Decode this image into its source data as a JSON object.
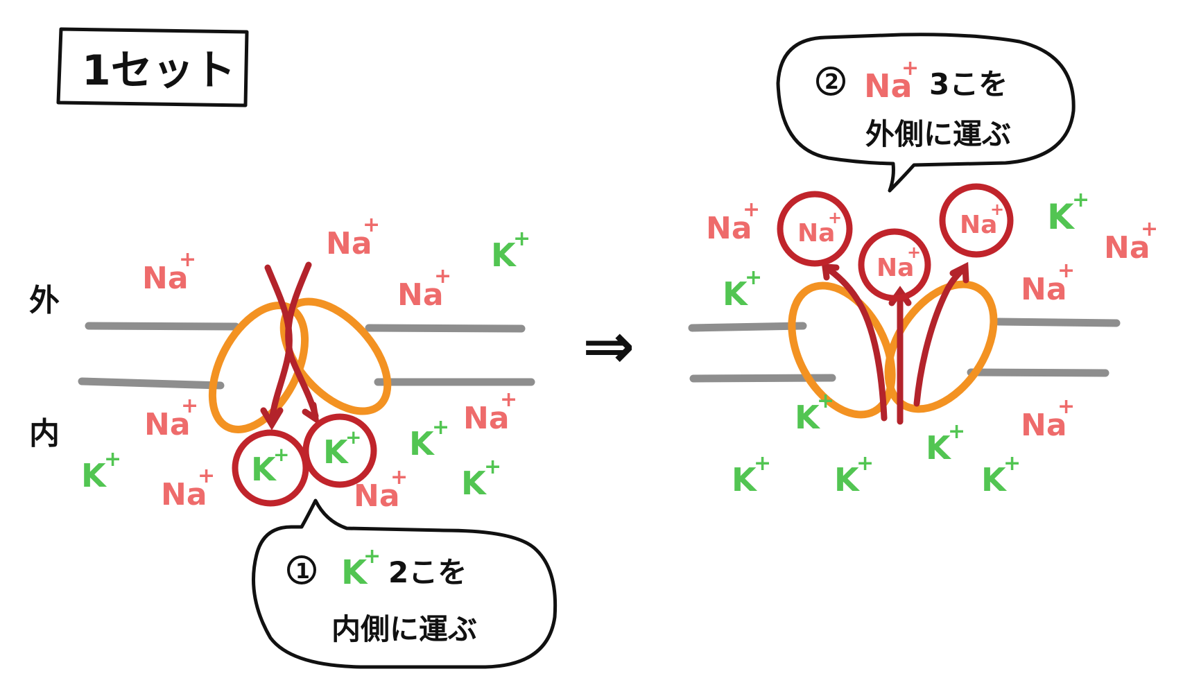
{
  "title": "1セット",
  "side_outside": "外",
  "side_inside": "内",
  "colors": {
    "na": "#ee6b6b",
    "k": "#52c552",
    "carrier_outline": "#c0242b",
    "arrow": "#b3232b",
    "protein": "#f39222",
    "membrane": "#8e8e8e",
    "ink": "#111111"
  },
  "ion_labels": {
    "na": "Na",
    "k": "K",
    "plus": "+"
  },
  "step1": {
    "number": "1",
    "ion": "K",
    "count_text": "2こを",
    "action_text": "内側に運ぶ"
  },
  "step2": {
    "number": "2",
    "ion": "Na",
    "count_text": "3こを",
    "action_text": "外側に運ぶ"
  },
  "transition_arrow": "⇒",
  "icons": [
    "membrane-bilayer",
    "sodium-potassium-pump",
    "ion-carrier-circle",
    "transport-arrow",
    "speech-bubble"
  ]
}
